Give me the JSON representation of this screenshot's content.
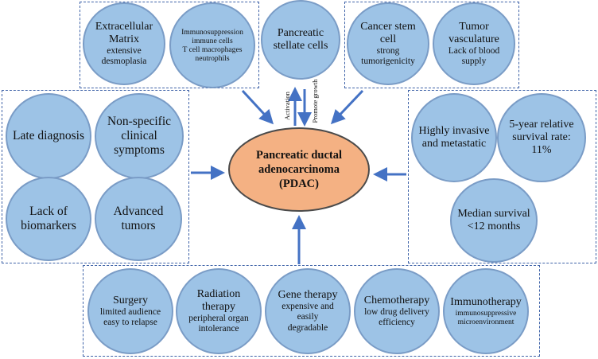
{
  "center": {
    "line1": "Pancreatic ductal",
    "line2": "adenocarcinoma",
    "line3": "(PDAC)"
  },
  "top_left": {
    "ecm": {
      "title_1": "Extracellular",
      "title_2": "Matrix",
      "sub_1": "extensive",
      "sub_2": "desmoplasia"
    },
    "immuno": {
      "line1": "Immunosuppression",
      "line2": "immune cells",
      "line3": "T cell macrophages",
      "line4": "neutrophils"
    }
  },
  "stellate": {
    "line1": "Pancreatic",
    "line2": "stellate cells"
  },
  "top_right": {
    "csc": {
      "title_1": "Cancer stem",
      "title_2": "cell",
      "sub_1": "strong",
      "sub_2": "tumorigenicity"
    },
    "vasc": {
      "title_1": "Tumor",
      "title_2": "vasculature",
      "sub_1": "Lack of blood",
      "sub_2": "supply"
    }
  },
  "left": {
    "late": {
      "line1": "Late diagnosis"
    },
    "nonspecific": {
      "line1": "Non-specific",
      "line2": "clinical",
      "line3": "symptoms"
    },
    "biomarkers": {
      "line1": "Lack of",
      "line2": "biomarkers"
    },
    "advanced": {
      "line1": "Advanced",
      "line2": "tumors"
    }
  },
  "right": {
    "invasive": {
      "line1": "Highly invasive",
      "line2": "and metastatic"
    },
    "survival5": {
      "line1": "5-year relative",
      "line2": "survival rate:",
      "line3": "11%"
    },
    "median": {
      "line1": "Median survival",
      "line2": "<12 months"
    }
  },
  "bottom": {
    "surgery": {
      "title": "Surgery",
      "sub_1": "limited audience",
      "sub_2": "easy to relapse"
    },
    "radiation": {
      "title_1": "Radiation",
      "title_2": "therapy",
      "sub_1": "peripheral organ",
      "sub_2": "intolerance"
    },
    "gene": {
      "title": "Gene therapy",
      "sub_1": "expensive and",
      "sub_2": "easily",
      "sub_3": "degradable"
    },
    "chemo": {
      "title": "Chemotherapy",
      "sub_1": "low drug delivery",
      "sub_2": "efficiency"
    },
    "immunotherapy": {
      "title": "Immunotherapy",
      "sub_1": "immunosuppressive",
      "sub_2": "microenvironment"
    }
  },
  "arrow_labels": {
    "activation": "Activation",
    "promote": "Promote growth"
  },
  "colors": {
    "circle_fill": "#9dc3e6",
    "center_fill": "#f4b183",
    "arrow": "#4472c4",
    "dashed_border": "#3f63a8"
  }
}
